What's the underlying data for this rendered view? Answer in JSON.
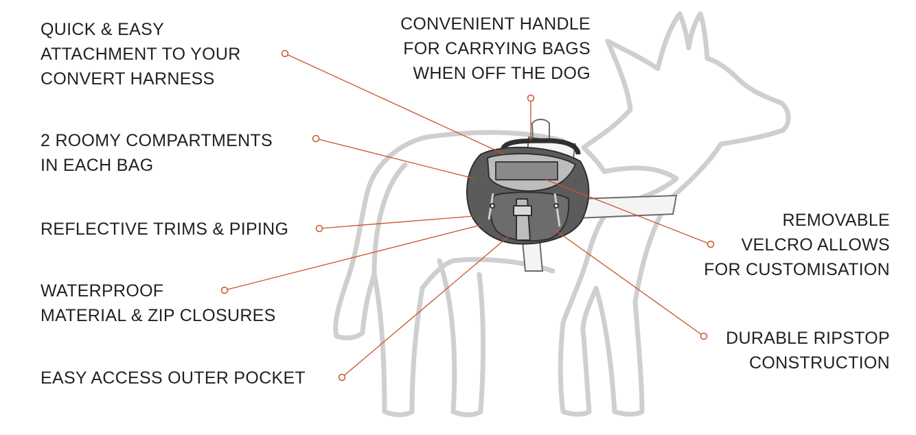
{
  "colors": {
    "leader": "#c8532a",
    "dog_outline": "#cfcfcf",
    "pack_dark": "#5b5b5b",
    "pack_light": "#bdbdbd",
    "text": "#231f20"
  },
  "icons": [
    "dog-outline-illustration",
    "saddle-bag-illustration",
    "leader-dot-icon"
  ],
  "features": {
    "attachment": [
      "QUICK & EASY",
      "ATTACHMENT TO YOUR",
      "CONVERT HARNESS"
    ],
    "handle": [
      "CONVENIENT HANDLE",
      "FOR CARRYING BAGS",
      "WHEN OFF THE DOG"
    ],
    "compartments": [
      "2 ROOMY COMPARTMENTS",
      "IN EACH BAG"
    ],
    "reflective": [
      "REFLECTIVE TRIMS & PIPING"
    ],
    "waterproof": [
      "WATERPROOF",
      "MATERIAL & ZIP CLOSURES"
    ],
    "pocket": [
      "EASY ACCESS OUTER POCKET"
    ],
    "velcro": [
      "REMOVABLE",
      "VELCRO ALLOWS",
      "FOR CUSTOMISATION"
    ],
    "ripstop": [
      "DURABLE RIPSTOP",
      "CONSTRUCTION"
    ]
  }
}
